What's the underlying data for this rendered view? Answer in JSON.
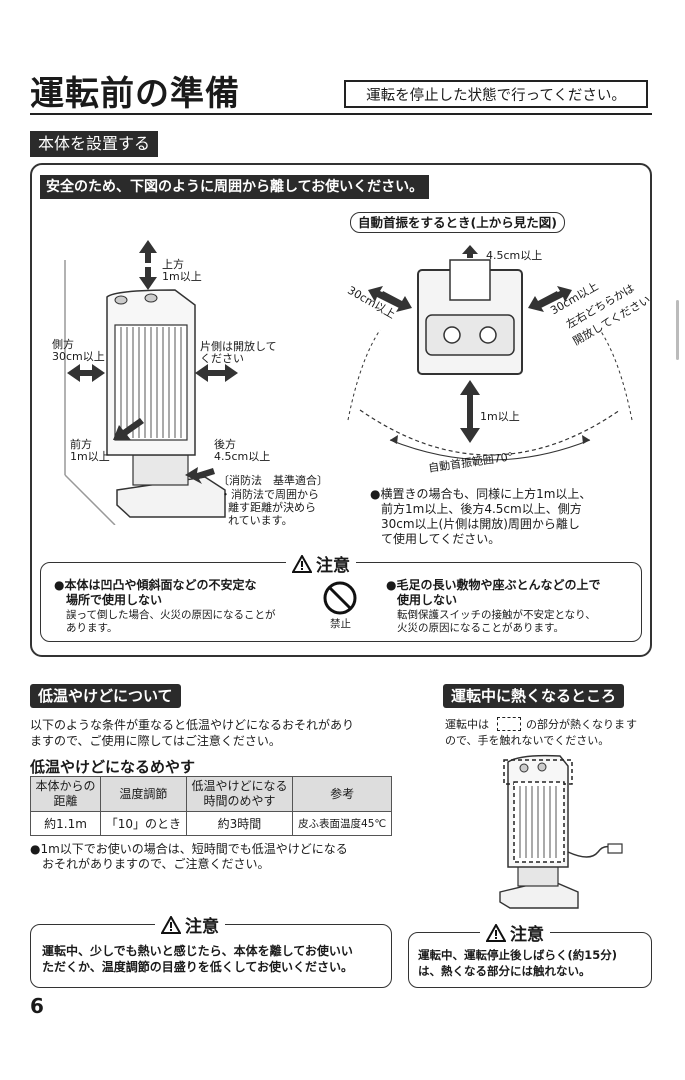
{
  "page_title": "運転前の準備",
  "title_note": "運転を停止した状態で行ってください。",
  "install": {
    "heading": "本体を設置する",
    "safety_banner": "安全のため、下図のように周囲から離してお使いください。",
    "front_labels": {
      "top_a": "上方",
      "top_b": "1m以上",
      "side_a": "側方",
      "side_b": "30cm以上",
      "open_a": "片側は開放して",
      "open_b": "ください",
      "front_a": "前方",
      "front_b": "1m以上",
      "back_a": "後方",
      "back_b": "4.5cm以上"
    },
    "fire_law": {
      "title": "〔消防法　基準適合〕",
      "line1": "・消防法で周囲から",
      "line2": "離す距離が決めら",
      "line3": "れています。"
    },
    "swing": {
      "title": "自動首振をするとき(上から見た図)",
      "back": "4.5cm以上",
      "left": "30cm以上",
      "right_a": "30cm以上",
      "right_b": "左右どちらかは",
      "right_c": "開放してください",
      "front": "1m以上",
      "range": "自動首振範囲70°"
    },
    "horizontal_note": {
      "line1": "●横置きの場合も、同様に上方1m以上、",
      "line2": "前方1m以上、後方4.5cm以上、側方",
      "line3": "30cm以上(片側は開放)周囲から離し",
      "line4": "て使用してください。"
    },
    "caution": {
      "title": "注意",
      "left_a": "●本体は凹凸や傾斜面などの不安定な",
      "left_b": "場所で使用しない",
      "left_c": "誤って倒した場合、火災の原因になることが",
      "left_d": "あります。",
      "prohibit": "禁止",
      "right_a": "●毛足の長い敷物や座ぶとんなどの上で",
      "right_b": "使用しない",
      "right_c": "転倒保護スイッチの接触が不安定となり、",
      "right_d": "火災の原因になることがあります。"
    }
  },
  "low_temp": {
    "heading": "低温やけどについて",
    "intro_a": "以下のような条件が重なると低温やけどになるおそれがあり",
    "intro_b": "ますので、ご使用に際してはご注意ください。",
    "sub_heading": "低温やけどになるめやす",
    "table": {
      "h1a": "本体からの",
      "h1b": "距離",
      "h2": "温度調節",
      "h3a": "低温やけどになる",
      "h3b": "時間のめやす",
      "h4": "参考",
      "c1": "約1.1m",
      "c2": "「10」のとき",
      "c3": "約3時間",
      "c4": "皮ふ表面温度45℃"
    },
    "note_a": "●1m以下でお使いの場合は、短時間でも低温やけどになる",
    "note_b": "おそれがありますので、ご注意ください。",
    "caution_title": "注意",
    "caution_a": "運転中、少しでも熱いと感じたら、本体を離してお使いい",
    "caution_b": "ただくか、温度調節の目盛りを低くしてお使いください。"
  },
  "hot_parts": {
    "heading": "運転中に熱くなるところ",
    "desc_a": "運転中は",
    "desc_b": "の部分が熱くなりま",
    "desc_c": "す",
    "desc_d": "ので、手を触れないでください。",
    "caution_title": "注意",
    "caution_a": "運転中、運転停止後しばらく(約15分)",
    "caution_b": "は、熱くなる部分には触れない。"
  },
  "page_number": "6"
}
